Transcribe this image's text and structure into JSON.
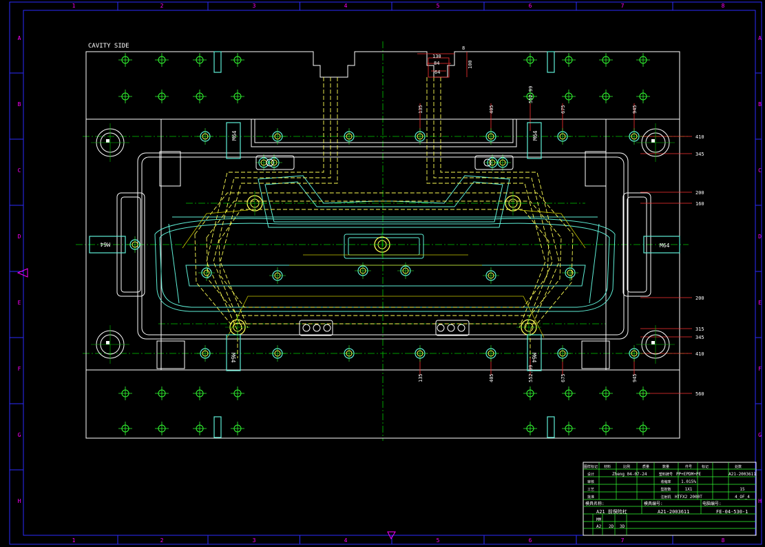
{
  "drawing": {
    "view_label": "CAVITY SIDE",
    "colors": {
      "background": "#000000",
      "frame": "#2b2bff",
      "border_labels": "#ff00ff",
      "outline": "#ffffff",
      "part": "#5ff0d8",
      "cooling": "#ffff55",
      "cooling_dim": "#c8c800",
      "centerline": "#00cc00",
      "dimension": "#ff3333",
      "hole": "#33ff33"
    },
    "border_columns": [
      "1",
      "2",
      "3",
      "4",
      "5",
      "6",
      "7",
      "8"
    ],
    "border_rows": [
      "A",
      "B",
      "C",
      "D",
      "E",
      "F",
      "G",
      "H"
    ],
    "top_dims": [
      "135",
      "405",
      "552.99",
      "675",
      "945"
    ],
    "bottom_dims": [
      "135",
      "405",
      "552.99",
      "675",
      "945"
    ],
    "right_dims": [
      "410",
      "345",
      "200",
      "160",
      "200",
      "315",
      "345",
      "410",
      "560"
    ],
    "slot_dims": [
      "130",
      "84",
      "64",
      "100",
      "8"
    ],
    "thread_labels": [
      "M64",
      "M64",
      "M64",
      "M64",
      "M64",
      "M64"
    ]
  },
  "title_block": {
    "header": [
      "图样标记",
      "材料",
      "比例",
      "质量",
      "数量",
      "件号",
      "标记",
      "处数"
    ],
    "rows": [
      {
        "label": "设计",
        "value": "Zheng",
        "date": "04-07-24",
        "field": "塑料牌号",
        "field_value": "PP+EPDM+PE"
      },
      {
        "label": "审核",
        "value": "",
        "date": "",
        "field": "收缩率",
        "field_value": "1.015%"
      },
      {
        "label": "工艺",
        "value": "",
        "date": "",
        "field": "型腔数",
        "field_value": "1X1"
      },
      {
        "label": "批准",
        "value": "",
        "date": "",
        "field": "注射机",
        "field_value": "HTFX2 2000T"
      }
    ],
    "project_no": "A21-2003611",
    "sheet_count": "15",
    "sheet": "4_OF_4",
    "mold_name_label": "模具名称:",
    "mold_name": "A21 前保险杠",
    "mold_no_label": "模具编号:",
    "mold_no": "A21-2003611",
    "file_no_label": "电脑编号:",
    "file_no": "FE-04-530-1",
    "size_label": "A2",
    "view_2d": "2D",
    "view_3d": "3D",
    "unit": "MM"
  }
}
